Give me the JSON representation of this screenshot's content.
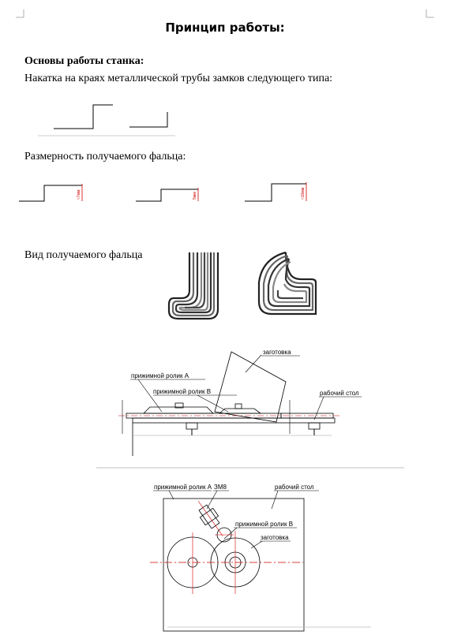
{
  "document": {
    "title": "Принцип работы:",
    "section_heading": "Основы работы станка:",
    "para_rolling": "Накатка на краях металлической трубы замков следующего типа:",
    "para_dimensions": "Размерность получаемого фальца:",
    "para_view": "Вид получаемого фальца"
  },
  "dimension_labels": [
    "≈7мм",
    "5мм",
    "≈10мм"
  ],
  "diagram_side": {
    "workpiece": "заготовка",
    "roller_a": "прижимной ролик А",
    "roller_b": "прижимной ролик В",
    "table": "рабочий стол"
  },
  "diagram_top": {
    "roller_a": "прижимной ролик А",
    "screw": "ЗМ8",
    "table": "рабочий стол",
    "roller_b": "прижимной ролик В",
    "workpiece": "заготовка"
  },
  "colors": {
    "accent_red": "#d00000",
    "line": "#000000"
  }
}
